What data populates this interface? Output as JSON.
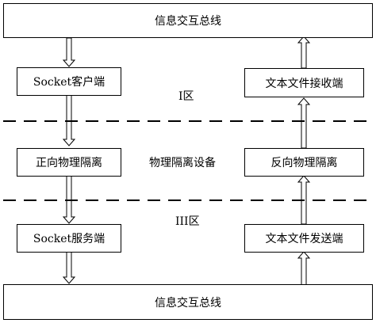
{
  "top_bus": {
    "label": "信息交互总线"
  },
  "bottom_bus": {
    "label": "信息交互总线"
  },
  "left_column": {
    "socket_client": "Socket客户端",
    "forward_isolation": "正向物理隔离",
    "socket_server": "Socket服务端"
  },
  "right_column": {
    "file_receiver": "文本文件接收端",
    "reverse_isolation": "反向物理隔离",
    "file_sender": "文本文件发送端"
  },
  "zones": {
    "zone_one": "I区",
    "isolation_device": "物理隔离设备",
    "zone_three": "III区"
  }
}
